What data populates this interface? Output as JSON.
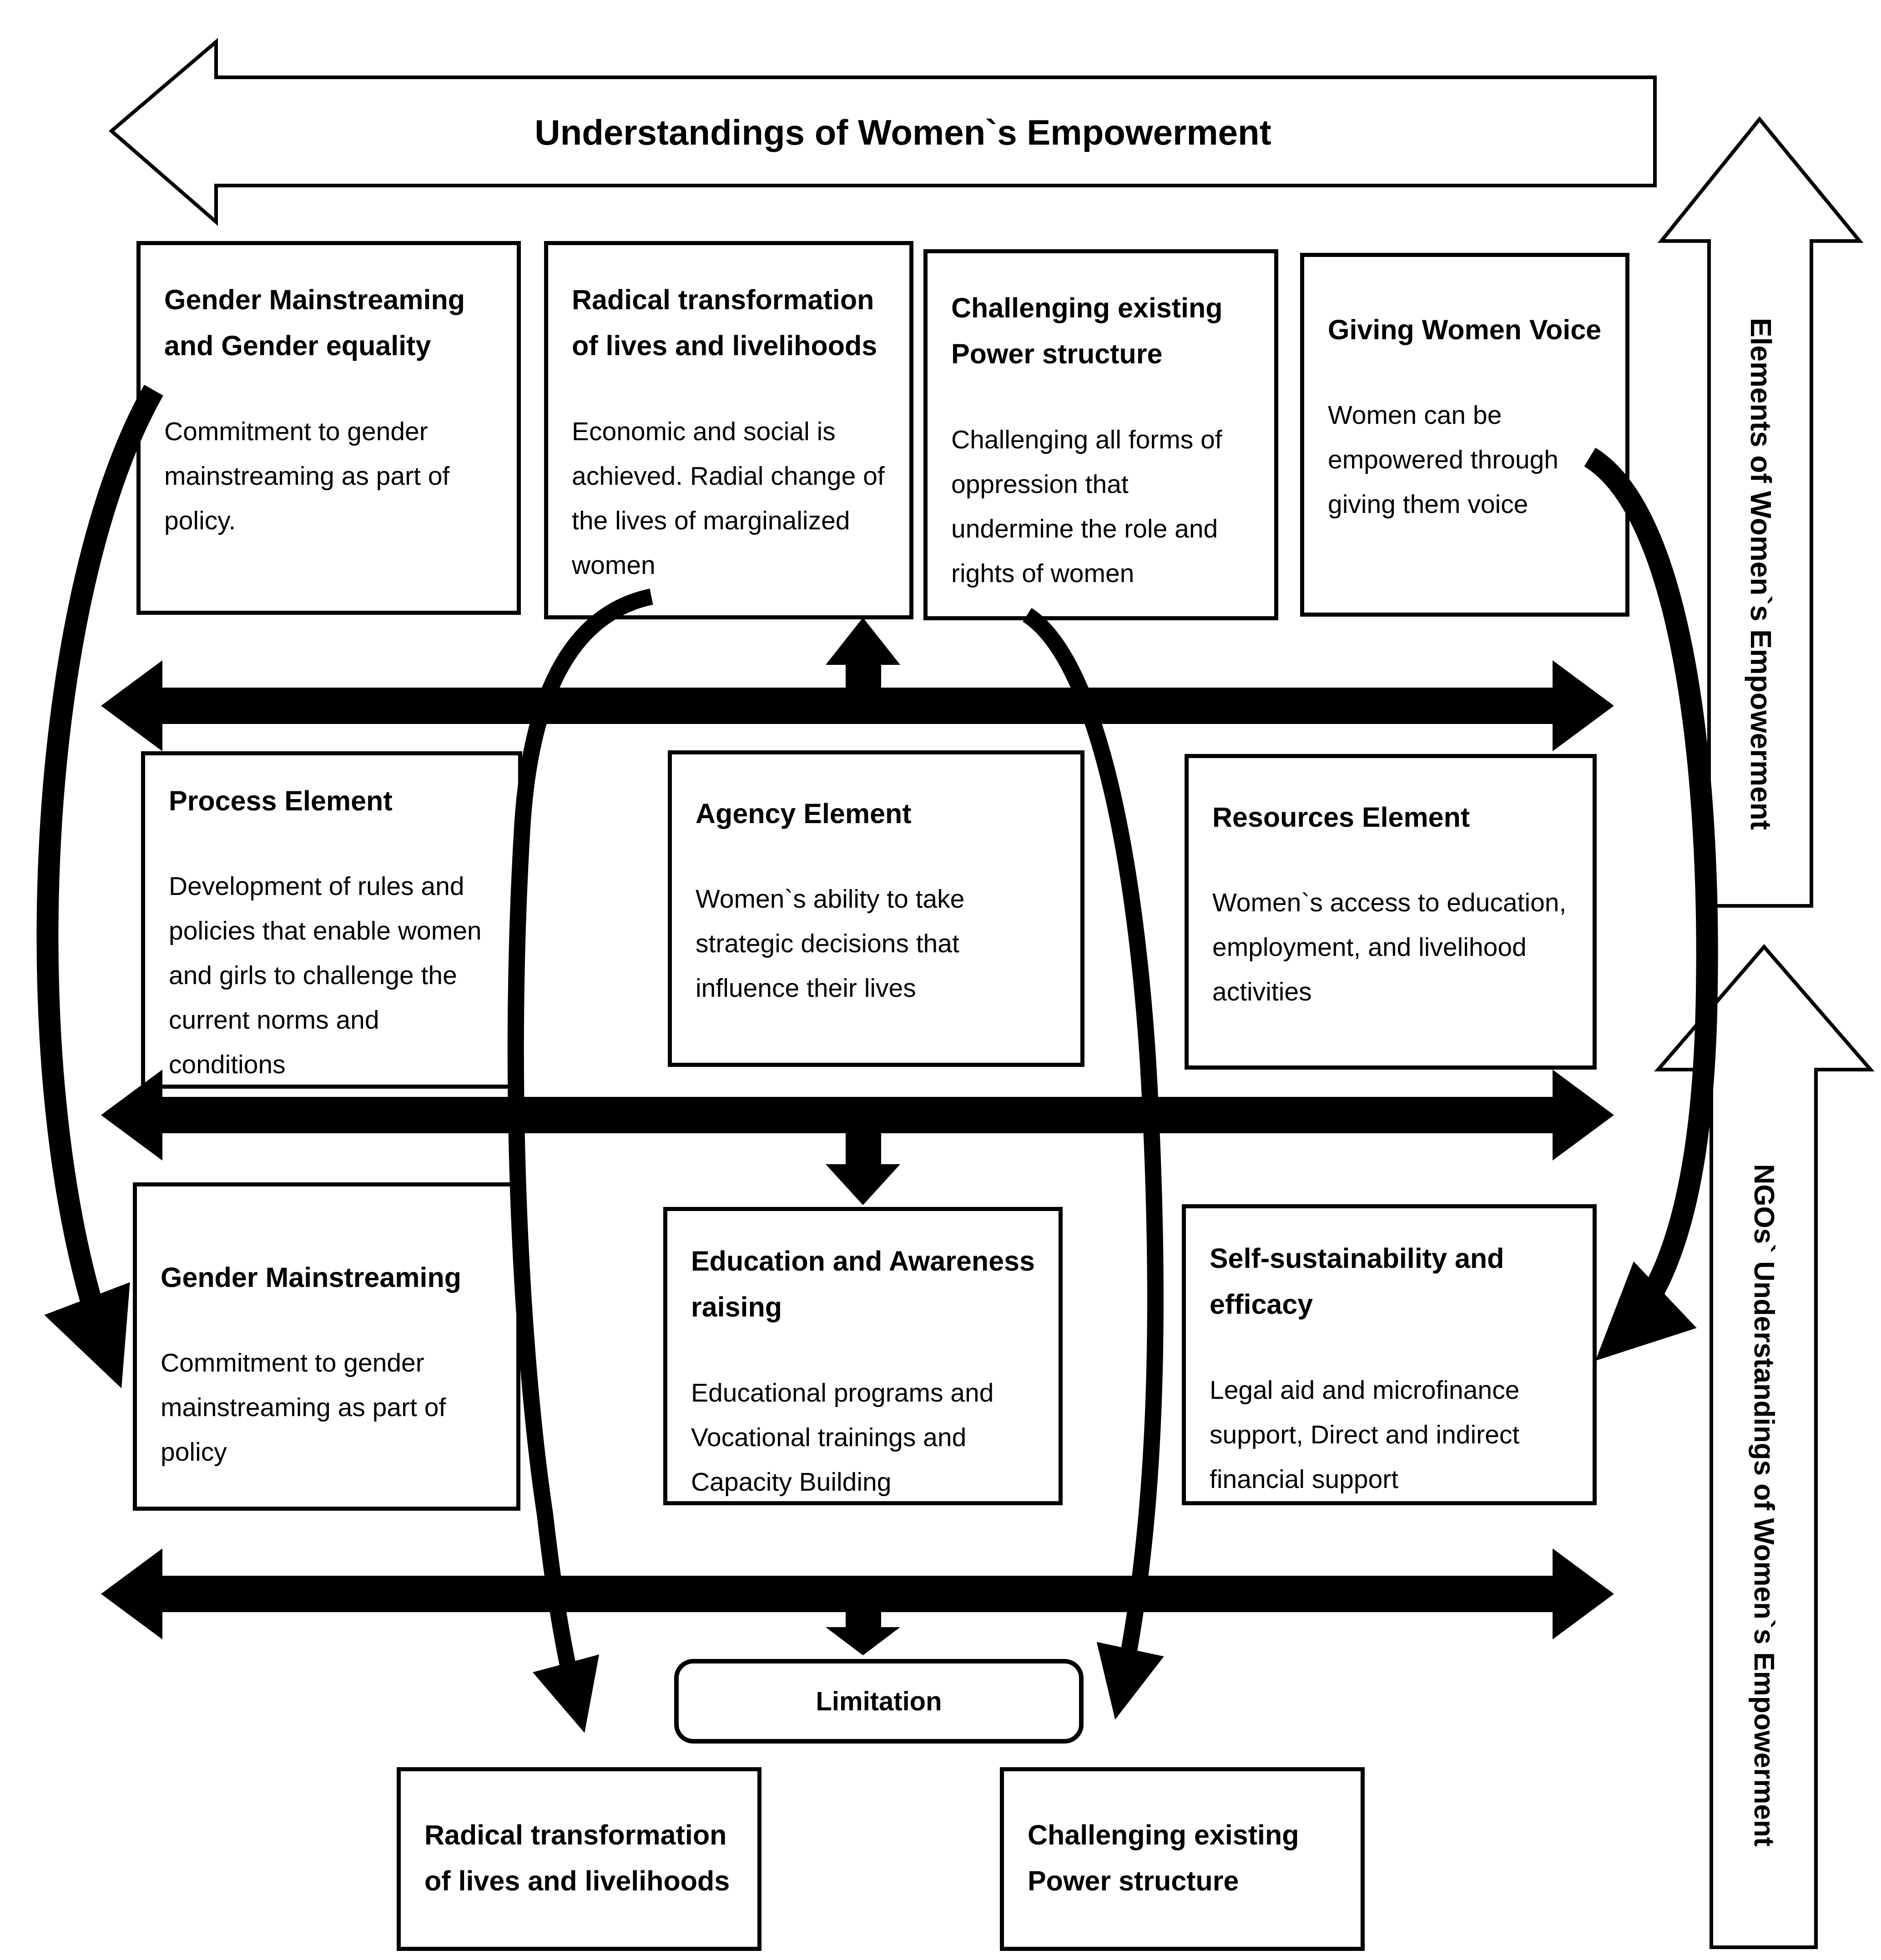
{
  "colors": {
    "ink": "#000000",
    "paper": "#ffffff"
  },
  "top_arrow": {
    "label": "Understandings of Women`s Empowerment"
  },
  "side_arrows": [
    {
      "label": "Elements of Women`s Empowerment"
    },
    {
      "label": "NGOs` Understandings of Women`s Empowerment"
    }
  ],
  "top_row": [
    {
      "title": "Gender Mainstreaming and Gender equality",
      "body": "Commitment to gender mainstreaming as part of policy."
    },
    {
      "title": "Radical transformation of lives and livelihoods",
      "body": "Economic and social is achieved. Radial change of the lives of marginalized women"
    },
    {
      "title": "Challenging existing Power structure",
      "body": "Challenging all forms of oppression that undermine the role and rights of women"
    },
    {
      "title": "Giving Women Voice",
      "body": "Women can be empowered through giving them voice"
    }
  ],
  "middle_row": [
    {
      "title": "Process Element",
      "body": "Development of rules and policies that enable women and girls to challenge the current norms and conditions"
    },
    {
      "title": "Agency Element",
      "body": "Women`s ability to take strategic decisions that influence their lives"
    },
    {
      "title": "Resources Element",
      "body": "Women`s access to education, employment, and livelihood activities"
    }
  ],
  "lower_row": [
    {
      "title": "Gender Mainstreaming",
      "body": "Commitment to gender mainstreaming as part of policy"
    },
    {
      "title": "Education and Awareness raising",
      "body": "Educational programs and Vocational trainings and Capacity Building"
    },
    {
      "title": "Self-sustainability and efficacy",
      "body": "Legal aid and microfinance support, Direct and indirect financial support"
    }
  ],
  "limitation": {
    "label": "Limitation"
  },
  "bottom_row": [
    {
      "title": "Radical transformation of lives and livelihoods"
    },
    {
      "title": "Challenging existing Power structure"
    }
  ]
}
